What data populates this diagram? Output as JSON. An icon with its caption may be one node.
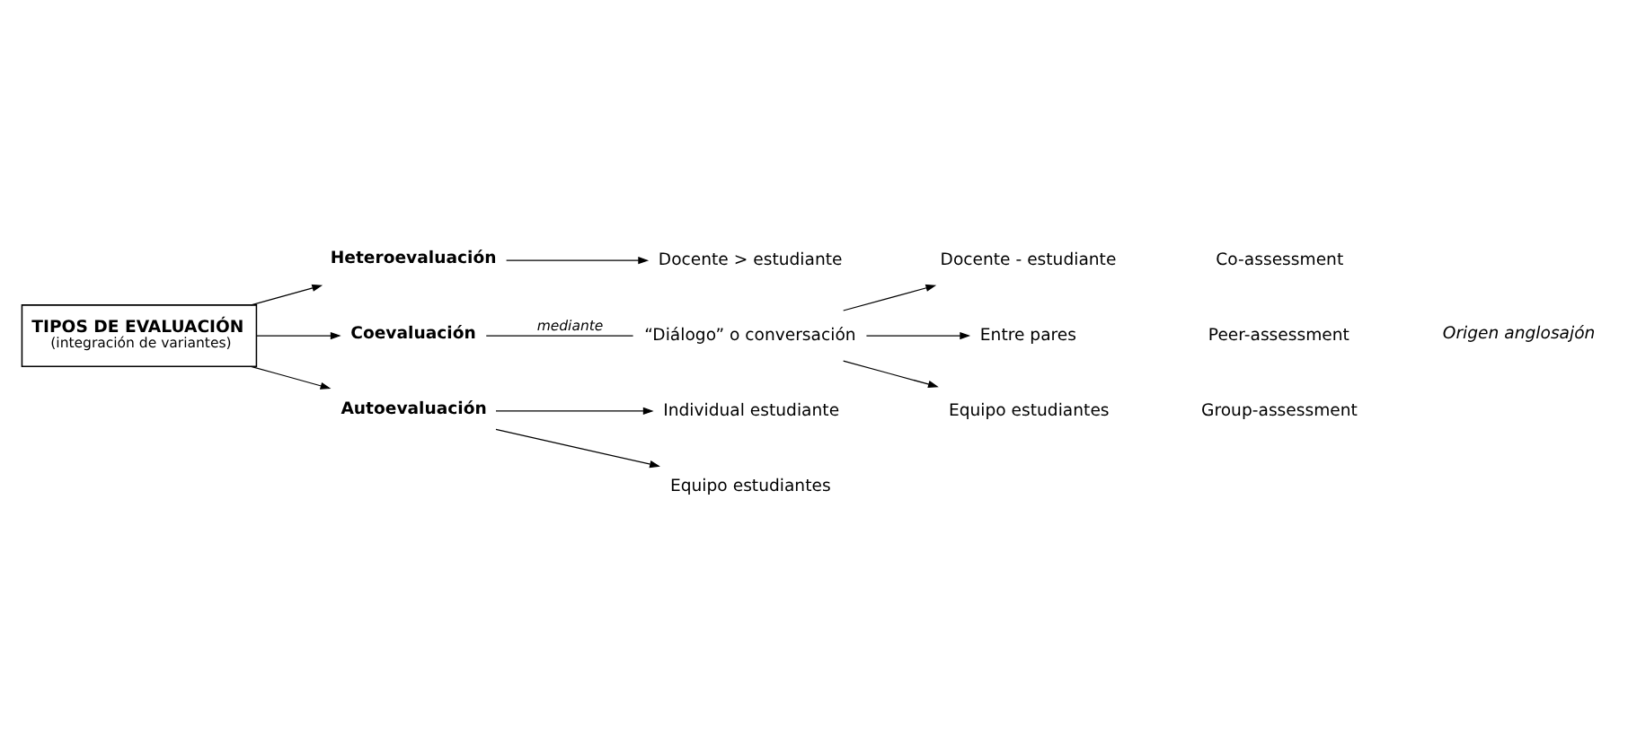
{
  "diagram": {
    "nodes": [
      {
        "text": [
          "TIPOS DE EVALUACIÓN",
          "(integración de variantes)"
        ]
      },
      {
        "text": [
          "Heteroevaluación"
        ]
      },
      {
        "text": [
          "Docente > estudiante"
        ]
      },
      {
        "text": [
          "Coevaluación"
        ]
      },
      {
        "text": [
          "“Diálogo” o conversación"
        ]
      },
      {
        "text": [
          "Docente - estudiante"
        ]
      },
      {
        "text": [
          "Entre pares"
        ]
      },
      {
        "text": [
          "Equipo estudiantes"
        ]
      },
      {
        "text": [
          "Co-assessment"
        ]
      },
      {
        "text": [
          "Peer-assessment"
        ]
      },
      {
        "text": [
          "Group-assessment"
        ]
      },
      {
        "text": [
          "Autoevaluación"
        ]
      },
      {
        "text": [
          "Individual estudiante"
        ]
      },
      {
        "text": [
          "Equipo estudiantes"
        ]
      }
    ],
    "edges": [
      {
        "from": 0,
        "to": 1,
        "arrow": "to"
      },
      {
        "from": 0,
        "to": 3,
        "arrow": "to"
      },
      {
        "from": 0,
        "to": 11,
        "arrow": "to"
      },
      {
        "from": 1,
        "to": 2,
        "arrow": "to"
      },
      {
        "from": 3,
        "to": 4,
        "arrow": "none",
        "label": "mediante"
      },
      {
        "from": 4,
        "to": 5,
        "arrow": "to"
      },
      {
        "from": 4,
        "to": 6,
        "arrow": "to"
      },
      {
        "from": 4,
        "to": 7,
        "arrow": "to"
      },
      {
        "from": 11,
        "to": 12,
        "arrow": "to"
      },
      {
        "from": 11,
        "to": 13,
        "arrow": "to"
      }
    ],
    "labels": [
      "Origen anglosajón"
    ]
  }
}
